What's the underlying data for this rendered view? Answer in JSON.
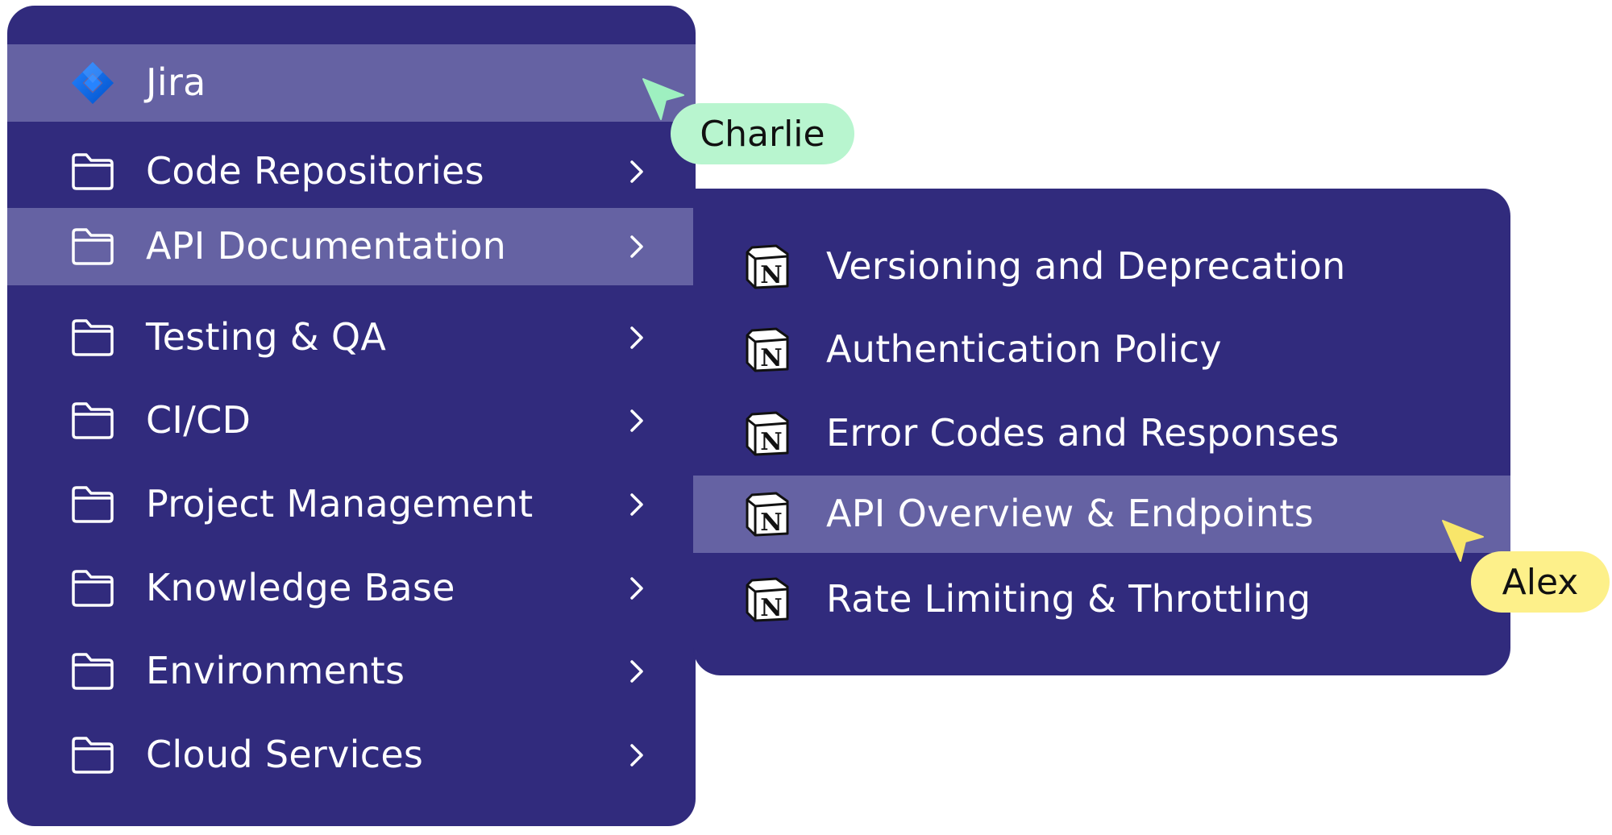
{
  "menu": {
    "items": [
      {
        "label": "Jira",
        "icon": "jira-icon",
        "has_submenu": false,
        "highlighted": true
      },
      {
        "label": "Code Repositories",
        "icon": "folder-icon",
        "has_submenu": true,
        "highlighted": false
      },
      {
        "label": "API Documentation",
        "icon": "folder-icon",
        "has_submenu": true,
        "highlighted": true
      },
      {
        "label": "Testing & QA",
        "icon": "folder-icon",
        "has_submenu": true,
        "highlighted": false
      },
      {
        "label": "CI/CD",
        "icon": "folder-icon",
        "has_submenu": true,
        "highlighted": false
      },
      {
        "label": "Project Management",
        "icon": "folder-icon",
        "has_submenu": true,
        "highlighted": false
      },
      {
        "label": "Knowledge Base",
        "icon": "folder-icon",
        "has_submenu": true,
        "highlighted": false
      },
      {
        "label": "Environments",
        "icon": "folder-icon",
        "has_submenu": true,
        "highlighted": false
      },
      {
        "label": "Cloud Services",
        "icon": "folder-icon",
        "has_submenu": true,
        "highlighted": false
      }
    ]
  },
  "submenu": {
    "items": [
      {
        "label": "Versioning and Deprecation",
        "icon": "notion-icon",
        "highlighted": false
      },
      {
        "label": "Authentication Policy",
        "icon": "notion-icon",
        "highlighted": false
      },
      {
        "label": "Error Codes and Responses",
        "icon": "notion-icon",
        "highlighted": false
      },
      {
        "label": "API Overview & Endpoints",
        "icon": "notion-icon",
        "highlighted": true
      },
      {
        "label": "Rate Limiting & Throttling",
        "icon": "notion-icon",
        "highlighted": false
      }
    ]
  },
  "cursors": [
    {
      "name": "Charlie",
      "color": "#b8f5cf",
      "arrow_color": "#9ef0c0"
    },
    {
      "name": "Alex",
      "color": "#fdf08a",
      "arrow_color": "#f8e66a"
    }
  ],
  "colors": {
    "menu_bg": "#312b7d",
    "highlight_bg": "#6562a3",
    "text": "#ffffff"
  }
}
